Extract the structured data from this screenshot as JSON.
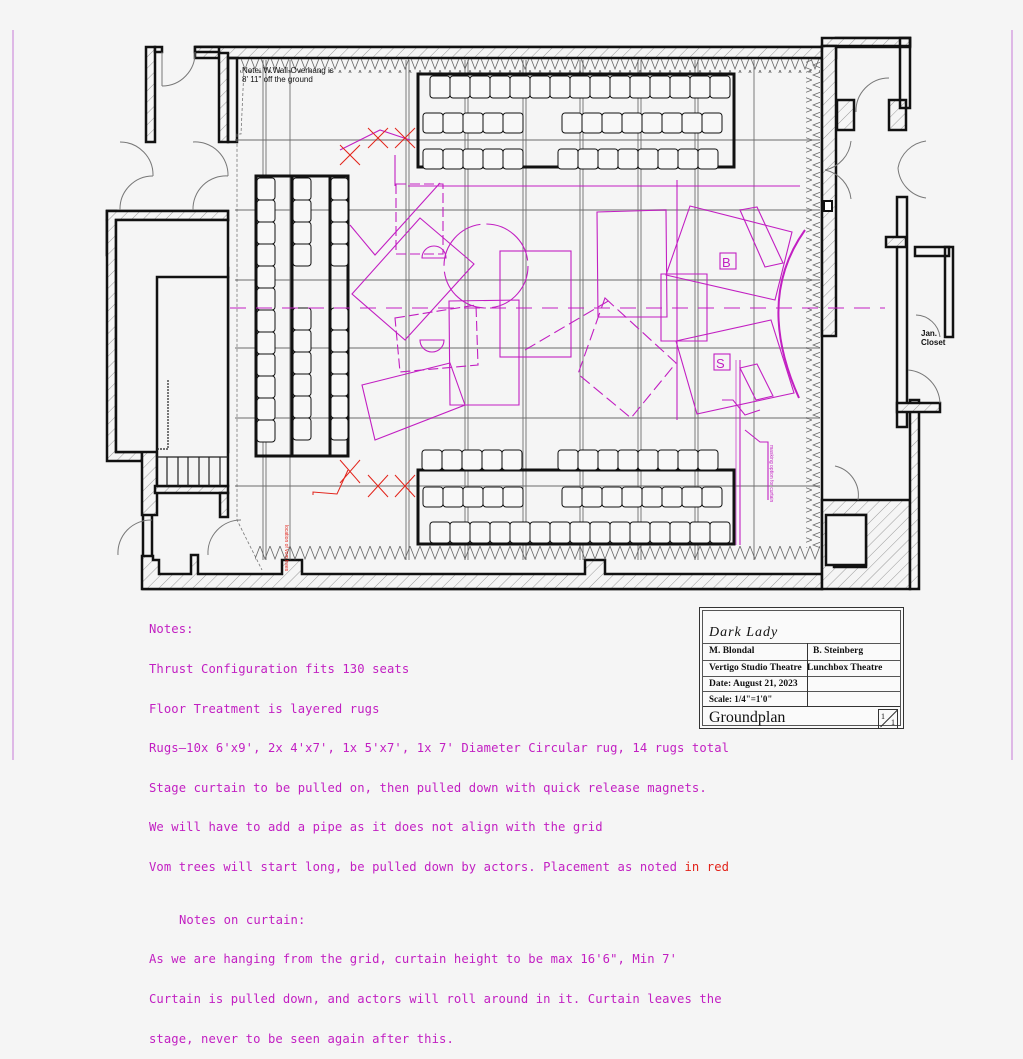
{
  "drawing": {
    "wall_note": [
      "Note: W.Wall-Overhang is",
      "8' 11\" off the ground"
    ],
    "closet_label": [
      "Jan.",
      "Closet"
    ],
    "vom_tree_annotation": "location of vom trees",
    "masking_annotation": "masking option for curtain",
    "set_piece_labels": [
      "B",
      "S"
    ],
    "colors": {
      "wall": "#111111",
      "hatch": "#9a9a9a",
      "grid": "#555555",
      "set": "#c21fc2",
      "vom_marks": "#e2231a",
      "background": "#f5f5f5"
    },
    "seating": {
      "configuration": "Thrust",
      "total_seats": 130,
      "blocks": [
        "north",
        "west",
        "south"
      ]
    }
  },
  "notes": {
    "heading": "Notes:",
    "lines": [
      "Thrust Configuration fits 130 seats",
      "Floor Treatment is layered rugs",
      "Rugs—10x 6'x9', 2x 4'x7', 1x 5'x7', 1x 7' Diameter Circular rug, 14 rugs total",
      "Stage curtain to be pulled on, then pulled down with quick release magnets.",
      "We will have to add a pipe as it does not align with the grid"
    ],
    "vom_line": "Vom trees will start long, be pulled down by actors. Placement as noted ",
    "vom_line_red": "in red",
    "curtain_heading": "Notes on curtain:",
    "curtain_lines": [
      "As we are hanging from the grid, curtain height to be max 16'6\", Min 7'",
      "Curtain is pulled down, and actors will roll around in it. Curtain leaves the",
      "stage, never to be seen again after this."
    ]
  },
  "title_block": {
    "show_title": "Dark Lady",
    "designer": "M. Blondal",
    "director": "B. Steinberg",
    "venue": "Vertigo Studio Theatre",
    "company": "Lunchbox Theatre",
    "date": "Date: August 21, 2023",
    "scale": "Scale: 1/4\"=1'0\"",
    "drawing_name": "Groundplan",
    "page_current": "1",
    "page_total": "1"
  }
}
